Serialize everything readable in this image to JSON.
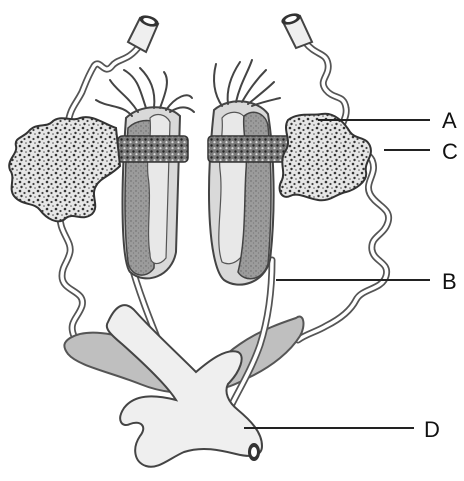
{
  "labels": {
    "A": "A",
    "B": "B",
    "C": "C",
    "D": "D"
  },
  "colors": {
    "background": "#ffffff",
    "line": "#444444",
    "gland_fill": "#bfbfbf",
    "organ_fill": "#d9d9d9"
  }
}
